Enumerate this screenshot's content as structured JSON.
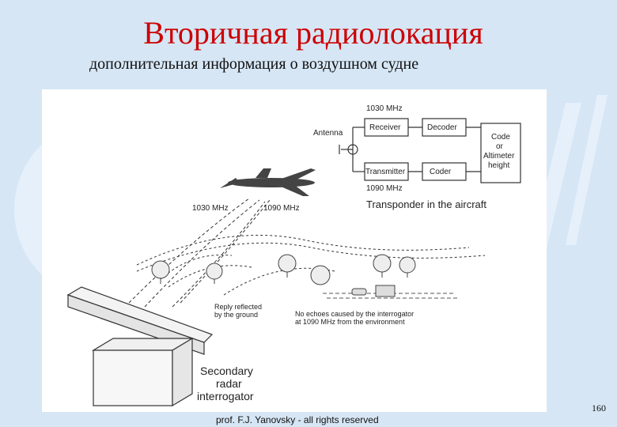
{
  "slide": {
    "title": "Вторичная радиолокация",
    "subtitle": "дополнительная информация о воздушном судне",
    "page_number": "160",
    "footer": "prof. F.J. Yanovsky - all rights reserved"
  },
  "figure": {
    "transponder": {
      "freq_receive": "1030 MHz",
      "freq_transmit": "1090 MHz",
      "antenna": "Antenna",
      "receiver": "Receiver",
      "decoder": "Decoder",
      "transmitter": "Transmitter",
      "coder": "Coder",
      "code_line1": "Code",
      "code_line2": "or",
      "code_line3": "Altimeter",
      "code_line4": "height",
      "caption": "Transponder in the aircraft"
    },
    "beams": {
      "uplink": "1030 MHz",
      "downlink": "1090 MHz"
    },
    "reply_note_line1": "Reply reflected",
    "reply_note_line2": "by the ground",
    "echo_note_line1": "No echoes caused by the interrogator",
    "echo_note_line2": "at 1090 MHz from the environment",
    "radar_line1": "Secondary",
    "radar_line2": "radar",
    "radar_line3": "interrogator"
  }
}
